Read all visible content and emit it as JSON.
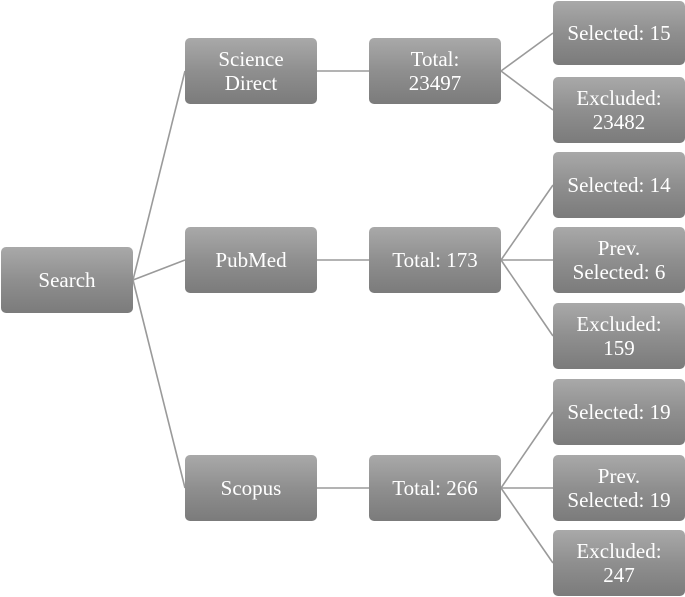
{
  "diagram": {
    "root": {
      "label": "Search"
    },
    "sources": [
      {
        "name": "Science\nDirect",
        "total": "Total:\n23497",
        "outcomes": [
          "Selected: 15",
          "Excluded:\n23482"
        ]
      },
      {
        "name": "PubMed",
        "total": "Total: 173",
        "outcomes": [
          "Selected: 14",
          "Prev.\nSelected: 6",
          "Excluded:\n159"
        ]
      },
      {
        "name": "Scopus",
        "total": "Total: 266",
        "outcomes": [
          "Selected: 19",
          "Prev.\nSelected: 19",
          "Excluded:\n247"
        ]
      }
    ]
  }
}
